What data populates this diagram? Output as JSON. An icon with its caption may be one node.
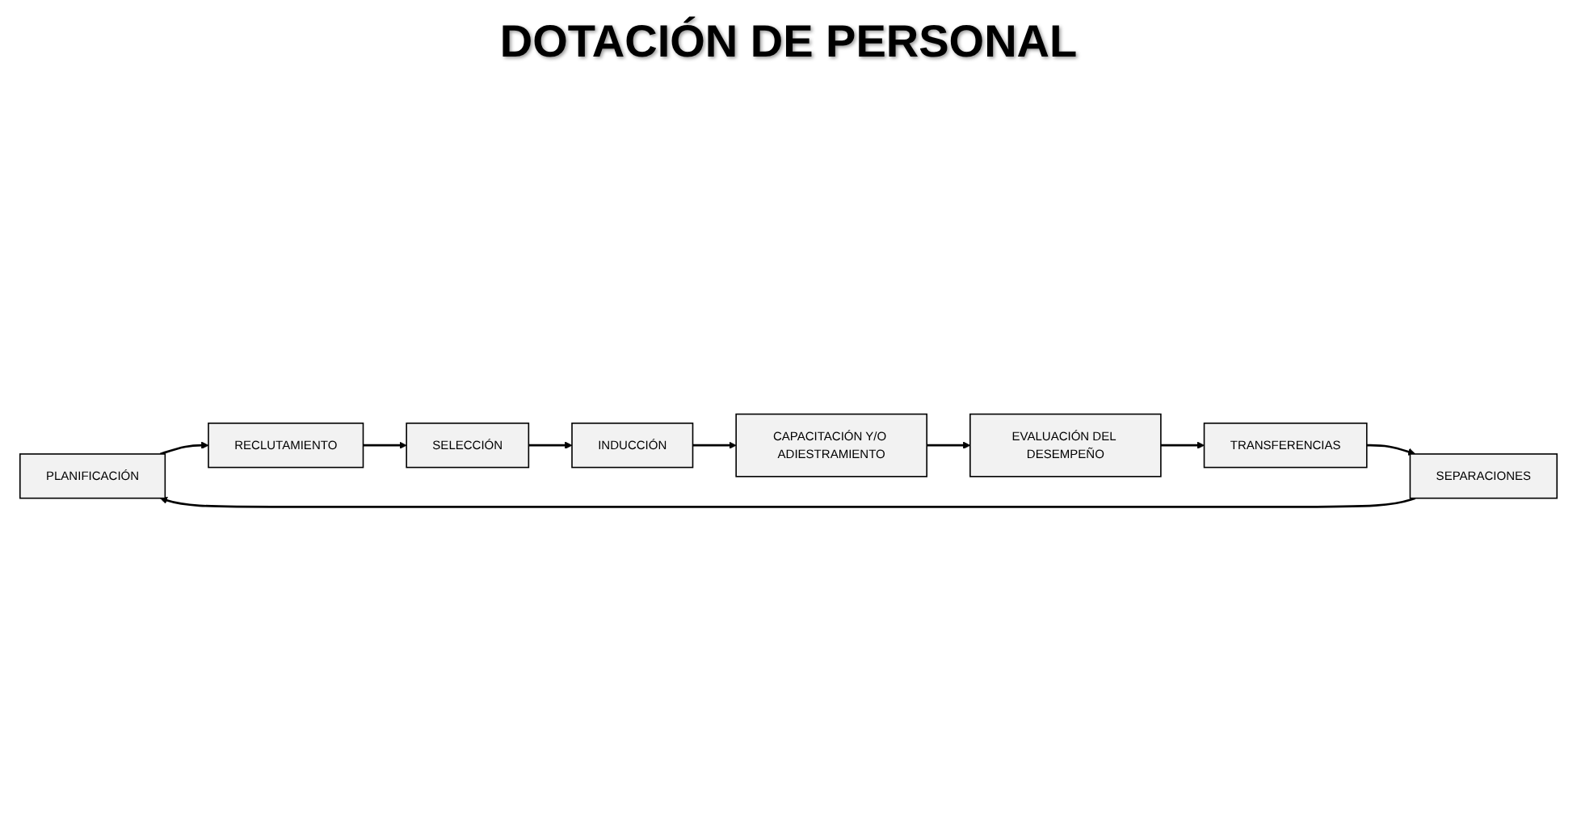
{
  "diagram": {
    "title": "DOTACIÓN DE PERSONAL",
    "nodes": [
      {
        "text": [
          "PLANIFICACIÓN"
        ]
      },
      {
        "text": [
          "RECLUTAMIENTO"
        ]
      },
      {
        "text": [
          "SELECCIÓN"
        ]
      },
      {
        "text": [
          "INDUCCIÓN"
        ]
      },
      {
        "text": [
          "CAPACITACIÓN Y/O ADIESTRAMIENTO"
        ]
      },
      {
        "text": [
          "EVALUACIÓN DEL DESEMPEÑO"
        ]
      },
      {
        "text": [
          "TRANSFERENCIAS"
        ]
      },
      {
        "text": [
          "SEPARACIONES"
        ]
      }
    ],
    "edges": [
      {
        "from": 0,
        "to": 1,
        "arrow": "to"
      },
      {
        "from": 1,
        "to": 2,
        "arrow": "to"
      },
      {
        "from": 2,
        "to": 3,
        "arrow": "to"
      },
      {
        "from": 3,
        "to": 4,
        "arrow": "to"
      },
      {
        "from": 4,
        "to": 5,
        "arrow": "to"
      },
      {
        "from": 5,
        "to": 6,
        "arrow": "to"
      },
      {
        "from": 6,
        "to": 7,
        "arrow": "to"
      },
      {
        "from": 7,
        "to": 0,
        "arrow": "to"
      }
    ]
  }
}
